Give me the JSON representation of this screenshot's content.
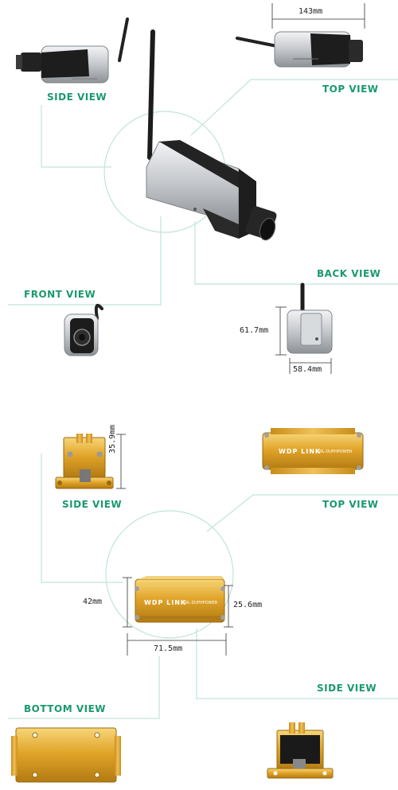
{
  "camera": {
    "views": {
      "side": "SIDE VIEW",
      "top": "TOP VIEW",
      "front": "FRONT VIEW",
      "back": "BACK VIEW"
    },
    "dimensions": {
      "length": "143mm",
      "height": "61.7mm",
      "width": "58.4mm"
    }
  },
  "transmitter": {
    "views": {
      "side": "SIDE VIEW",
      "top": "TOP VIEW",
      "side_right": "SIDE VIEW",
      "bottom": "BOTTOM VIEW"
    },
    "dimensions": {
      "side_height": "35.9mm",
      "height": "42mm",
      "depth": "25.6mm",
      "length": "71.5mm"
    },
    "brand_label": "WDP LINK",
    "small_label": "WL-DUPHPOWER"
  },
  "colors": {
    "accent": "#1a9a6c",
    "guide": "#bfe5d6",
    "gold": "#e0a52a",
    "silver": "#c9ccd0"
  }
}
